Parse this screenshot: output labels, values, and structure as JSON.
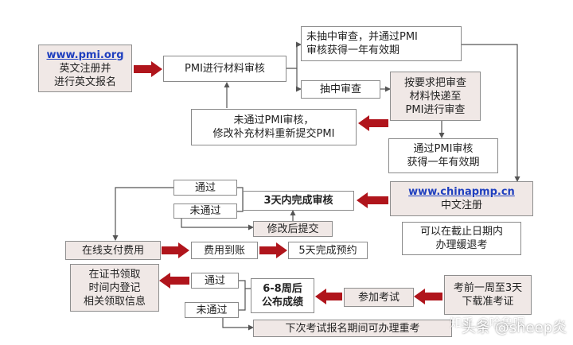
{
  "colors": {
    "arrow_fill": "#b0151c",
    "line": "#555555",
    "box_fill": "#f0e8e6",
    "box_border": "#8a8a8a"
  },
  "nodes": {
    "pmi_org_link": "www.pmi.org",
    "pmi_org_text": "英文注册并\n进行英文报名",
    "pmi_review": "PMI进行材料审核",
    "not_sampled": "未抽中审查，并通过PMI\n审核获得一年有效期",
    "sampled": "抽中审查",
    "mail_materials": "按要求把审查\n材料快递至\nPMI进行审查",
    "failed_pmi": "未通过PMI审核，\n修改补充材料重新提交PMI",
    "passed_pmi": "通过PMI审核\n获得一年有效期",
    "chinapmp_link": "www.chinapmp.cn",
    "chinapmp_text": "中文注册",
    "postpone": "可以在截止日期内\n办理缓退考",
    "pass_top": "通过",
    "three_day_review": "3天内完成审核",
    "fail_top": "未通过",
    "resubmit": "修改后提交",
    "online_payment": "在线支付费用",
    "payment_received": "费用到账",
    "booking": "5天完成预约",
    "certificate": "在证书领取\n时间内登记\n相关领取信息",
    "pass_bottom": "通过",
    "results": "6-8周后\n公布成绩",
    "take_exam": "参加考试",
    "admission": "考前一周至3天\n下载准考证",
    "fail_bottom": "未通过",
    "retake": "下次考试报名期间可办理重考"
  },
  "watermark": {
    "faded": "知乎 @哈鲁喔",
    "main": "头条 @sheep炎"
  }
}
